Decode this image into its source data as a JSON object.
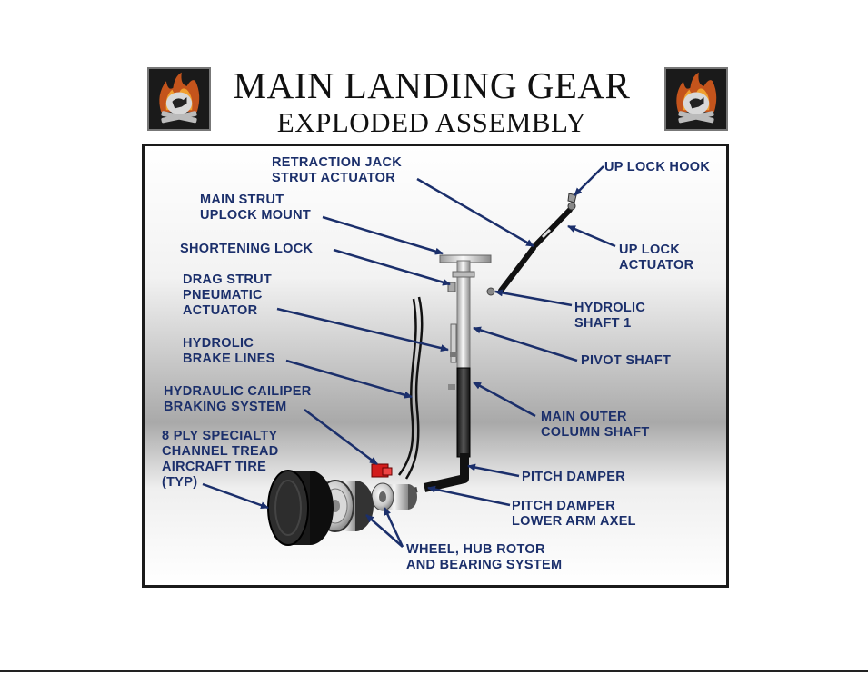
{
  "title": "MAIN LANDING GEAR",
  "subtitle": "EXPLODED ASSEMBLY",
  "logo_icon": "flaming-skull-dog-logo",
  "colors": {
    "label": "#1b2f6b",
    "frame_border": "#1a1a1a",
    "title": "#111111"
  },
  "labels": {
    "retraction_jack": [
      "RETRACTION JACK",
      "STRUT  ACTUATOR"
    ],
    "up_lock_hook": [
      "UP LOCK HOOK"
    ],
    "main_strut": [
      "MAIN STRUT",
      "UPLOCK MOUNT"
    ],
    "shortening_lock": [
      "SHORTENING LOCK"
    ],
    "up_lock_actuator": [
      "UP LOCK",
      "ACTUATOR"
    ],
    "drag_strut": [
      "DRAG STRUT",
      "PNEUMATIC",
      "ACTUATOR"
    ],
    "hydrolic_shaft": [
      "HYDROLIC",
      "SHAFT 1"
    ],
    "hydrolic_brake": [
      "HYDROLIC",
      "BRAKE LINES"
    ],
    "pivot_shaft": [
      "PIVOT SHAFT"
    ],
    "hydraulic_caliper": [
      "HYDRAULIC CAILIPER",
      "BRAKING SYSTEM"
    ],
    "main_outer": [
      "MAIN OUTER",
      "COLUMN SHAFT"
    ],
    "tire": [
      "8 PLY SPECIALTY",
      "CHANNEL TREAD",
      "AIRCRAFT TIRE",
      "(TYP)"
    ],
    "pitch_damper": [
      "PITCH DAMPER"
    ],
    "pitch_damper_axel": [
      "PITCH DAMPER",
      "LOWER ARM AXEL"
    ],
    "wheel_hub": [
      "WHEEL, HUB ROTOR",
      "AND BEARING SYSTEM"
    ]
  }
}
